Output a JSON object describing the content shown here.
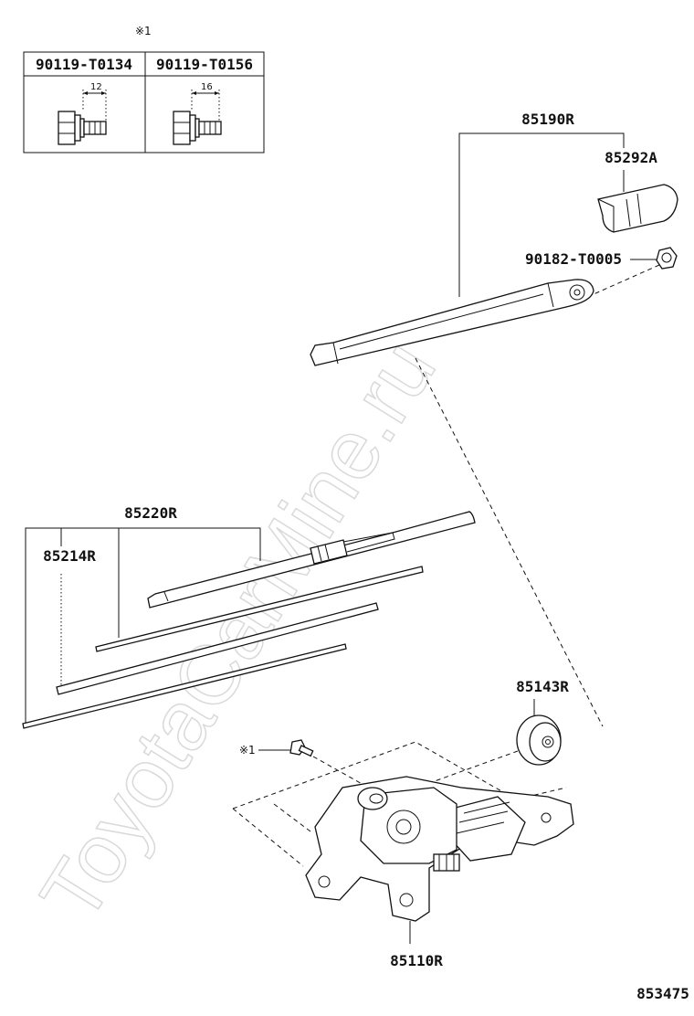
{
  "watermark": "ToyotaCarMine.ru",
  "diagram_code": "853475",
  "note_mark": "※1",
  "bolt_table": {
    "header_mark": "※1",
    "columns": [
      {
        "part_no": "90119-T0134",
        "dimension": "12"
      },
      {
        "part_no": "90119-T0156",
        "dimension": "16"
      }
    ]
  },
  "parts": {
    "arm": "85190R",
    "cover": "85292A",
    "nut": "90182-T0005",
    "blade": "85220R",
    "rubber": "85214R",
    "pivot_cap": "85143R",
    "motor": "85110R"
  }
}
